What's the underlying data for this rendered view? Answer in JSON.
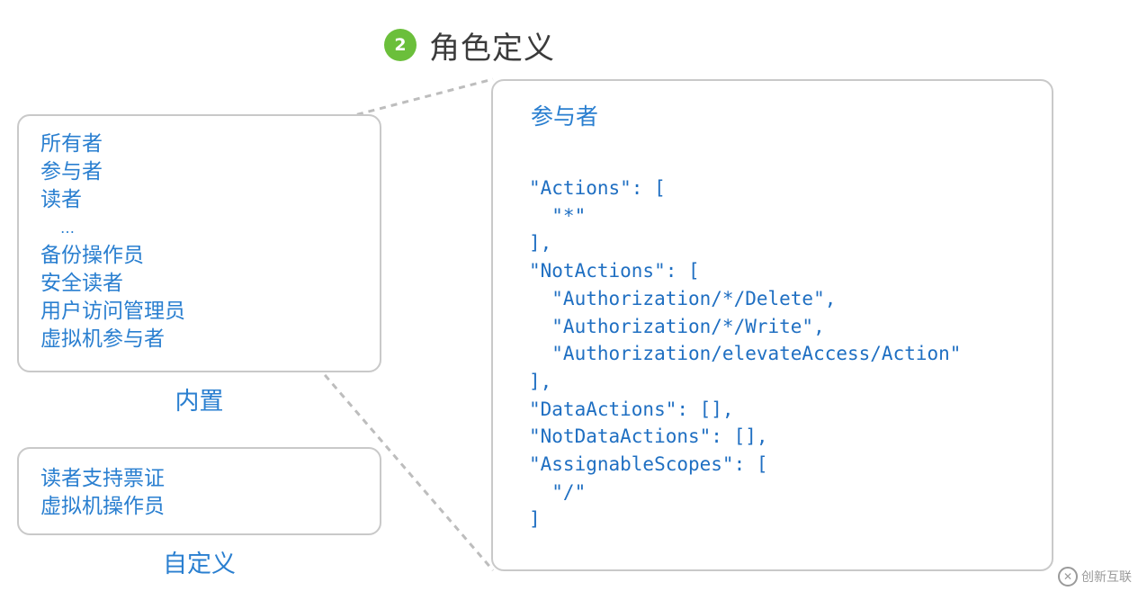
{
  "header": {
    "step_number": "2",
    "title": "角色定义"
  },
  "builtin": {
    "roles": [
      "所有者",
      "参与者",
      "读者"
    ],
    "ellipsis": "…",
    "more_roles": [
      "备份操作员",
      "安全读者",
      "用户访问管理员",
      "虚拟机参与者"
    ],
    "caption": "内置"
  },
  "custom": {
    "roles": [
      "读者支持票证",
      "虚拟机操作员"
    ],
    "caption": "自定义"
  },
  "definition": {
    "title": "参与者",
    "json_lines": [
      "\"Actions\": [",
      "  \"*\"",
      "],",
      "\"NotActions\": [",
      "  \"Authorization/*/Delete\",",
      "  \"Authorization/*/Write\",",
      "  \"Authorization/elevateAccess/Action\"",
      "],",
      "\"DataActions\": [],",
      "\"NotDataActions\": [],",
      "\"AssignableScopes\": [",
      "  \"/\"",
      "]"
    ]
  },
  "watermark": {
    "text": "创新互联"
  },
  "colors": {
    "accent_blue": "#2a7fd0",
    "badge_green": "#6bbf3b",
    "border_gray": "#c9c9c9",
    "title_dark": "#3b3b3b"
  }
}
